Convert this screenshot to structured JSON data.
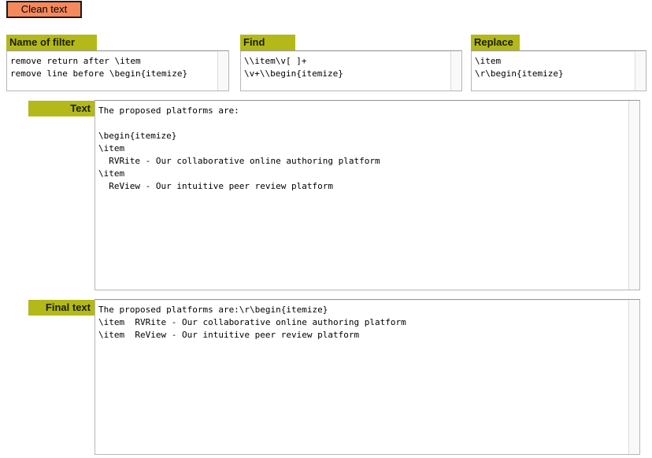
{
  "toolbar": {
    "clean_button_label": "Clean text"
  },
  "colors": {
    "label_olive": "#b3b919",
    "button_orange": "#f4895c",
    "label_text": "#1c1c04"
  },
  "filter": {
    "name_label": "Name of filter",
    "name_value": "remove return after \\item\nremove line before \\begin{itemize}",
    "find_label": "Find",
    "find_value": "\\\\item\\v[ ]+\n\\v+\\\\begin{itemize}",
    "replace_label": "Replace",
    "replace_value": "\\item\n\\r\\begin{itemize}"
  },
  "text_section": {
    "label": "Text",
    "value": "The proposed platforms are:\n\n\\begin{itemize}\n\\item\n  RVRite - Our collaborative online authoring platform\n\\item\n  ReView - Our intuitive peer review platform"
  },
  "final_section": {
    "label": "Final text",
    "value": "The proposed platforms are:\\r\\begin{itemize}\n\\item  RVRite - Our collaborative online authoring platform\n\\item  ReView - Our intuitive peer review platform"
  }
}
